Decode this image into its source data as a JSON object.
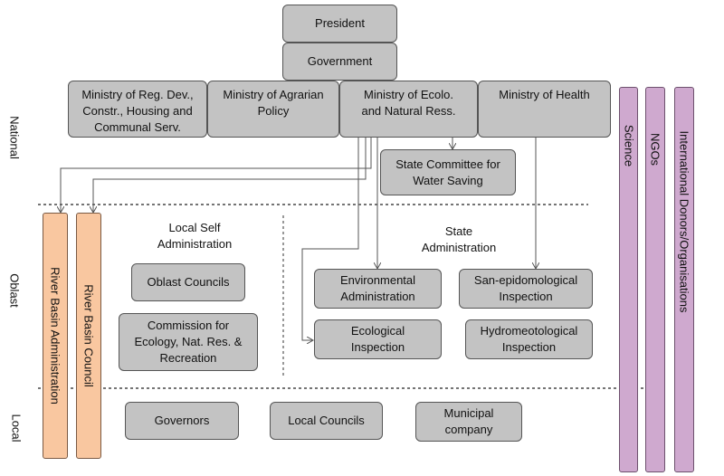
{
  "levels": {
    "national": "National",
    "oblast": "Oblast",
    "local": "Local"
  },
  "national": {
    "president": "President",
    "government": "Government",
    "ministries": {
      "regional_development": "Ministry of Reg. Dev.,\nConstr., Housing and\nCommunal Serv.",
      "agrarian_policy": "Ministry of Agrarian\nPolicy",
      "ecology": "Ministry of Ecolo.\nand Natural Ress.",
      "health": "Ministry of Health"
    },
    "state_committee": "State Committee for\nWater Saving"
  },
  "river_basin": {
    "administration": "River Basin Administration",
    "council": "River Basin Council"
  },
  "oblast": {
    "local_self_administration": {
      "heading": "Local Self\nAdministration",
      "oblast_councils": "Oblast Councils",
      "commission": "Commission for\nEcology, Nat. Res. &\nRecreation"
    },
    "state_administration": {
      "heading": "State\nAdministration",
      "environmental": "Environmental\nAdministration",
      "san_epidemiological": "San-epidomological\nInspection",
      "ecological": "Ecological\nInspection",
      "hydrometeorological": "Hydromeotological\nInspection"
    }
  },
  "local": {
    "governors": "Governors",
    "local_councils": "Local Councils",
    "municipal_company": "Municipal\ncompany"
  },
  "cross_cutting": {
    "science": "Science",
    "ngos": "NGOs",
    "international": "International Donors/Organisations"
  },
  "colors": {
    "box_fill": "#c3c3c3",
    "river_basin_fill": "#f9c7a0",
    "cross_cutting_fill": "#cfa9cf"
  }
}
